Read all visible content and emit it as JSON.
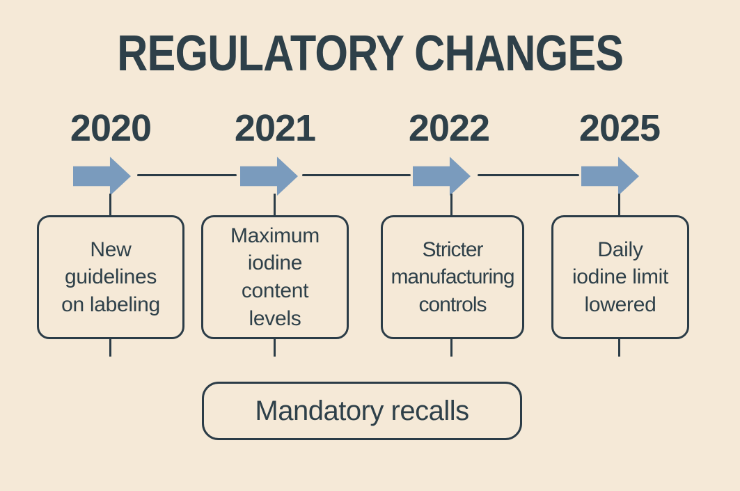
{
  "title": "REGULATORY CHANGES",
  "colors": {
    "background": "#f5e9d7",
    "ink": "#2e4049",
    "line": "#2b3c47",
    "arrow": "#7a9bbd"
  },
  "timeline": {
    "milestones": [
      {
        "year": "2020",
        "label": "New\nguidelines\non labeling"
      },
      {
        "year": "2021",
        "label": "Maximum\niodine\ncontent\nlevels"
      },
      {
        "year": "2022",
        "label": "Stricter\nmanufacturing\ncontrols"
      },
      {
        "year": "2025",
        "label": "Daily\niodine limit\nlowered"
      }
    ]
  },
  "footer": {
    "label": "Mandatory recalls"
  }
}
